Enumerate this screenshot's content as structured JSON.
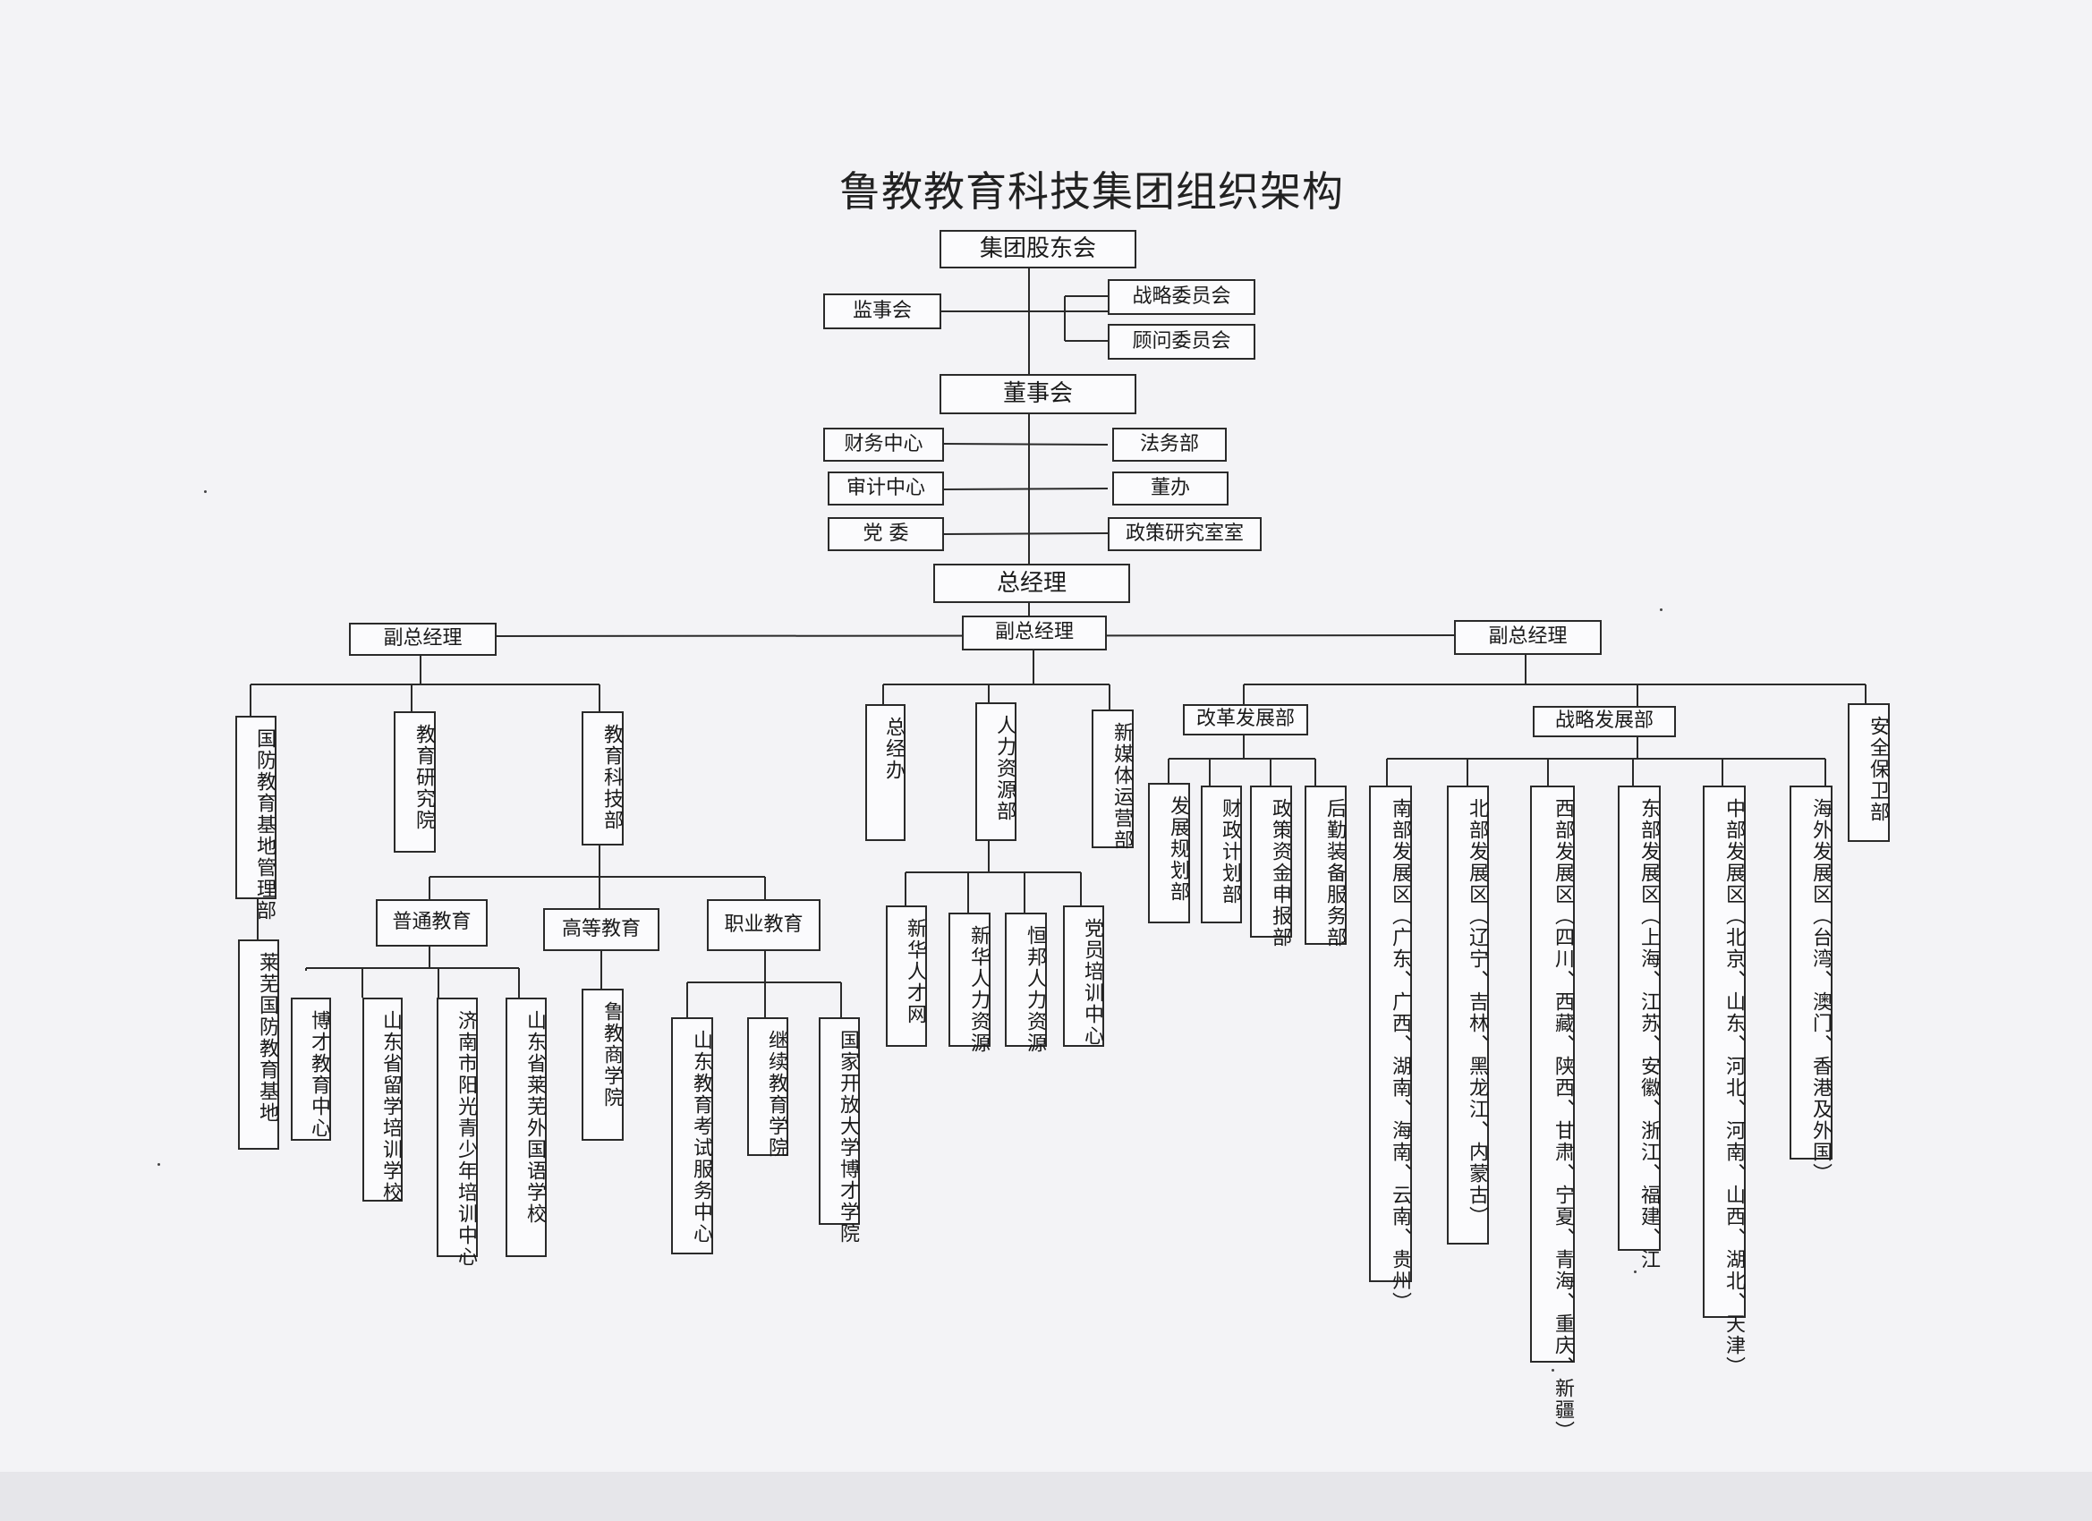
{
  "title": "鲁教教育科技集团组织架构",
  "top": {
    "shareholders": "集团股东会",
    "supervisory": "监事会",
    "strategy_committee": "战略委员会",
    "advisory_committee": "顾问委员会",
    "board": "董事会",
    "finance_center": "财务中心",
    "legal_dept": "法务部",
    "audit_center": "审计中心",
    "board_office": "董办",
    "party_committee": "党  委",
    "policy_office": "政策研究室室",
    "gm": "总经理"
  },
  "vp": {
    "left": "副总经理",
    "middle": "副总经理",
    "right": "副总经理"
  },
  "left_branch": {
    "defense_dept": "国防教育基地管理部",
    "laiwu_base": "莱芜国防教育基地",
    "research_institute": "教育研究院",
    "tech_dept": "教育科技部",
    "general_edu": "普通教育",
    "higher_edu": "高等教育",
    "vocational_edu": "职业教育",
    "bocai_center": "博才教育中心",
    "study_abroad_school": "山东省留学培训学校",
    "jinan_youth": "济南市阳光青少年培训中心",
    "laiwu_foreign": "山东省莱芜外国语学校",
    "lujiao_business": "鲁教商学院",
    "exam_service": "山东教育考试服务中心",
    "continuing_edu": "继续教育学院",
    "open_university": "国家开放大学博才学院"
  },
  "middle_branch": {
    "gm_office": "总经办",
    "hr_dept": "人力资源部",
    "new_media": "新媒体运营部",
    "xinhua_talent": "新华人才网",
    "xinhua_hr": "新华人力资源",
    "hengbang_hr": "恒邦人力资源",
    "party_training": "党员培训中心"
  },
  "right_branch": {
    "reform_dept": "改革发展部",
    "strategy_dept": "战略发展部",
    "security_dept": "安全保卫部",
    "dev_planning": "发展规划部",
    "fiscal_planning": "财政计划部",
    "policy_funds": "政策资金申报部",
    "logistics": "后勤装备服务部",
    "south_region": "南部发展区（广东、广西、湖南、海南、云南、贵州）",
    "north_region": "北部发展区（辽宁、吉林、黑龙江、内蒙古）",
    "west_region": "西部发展区（四川、西藏、陕西、甘肃、宁夏、青海、重庆、新疆）",
    "east_region": "东部发展区（上海、江苏、安徽、浙江、福建、江",
    "central_region": "中部发展区（北京、山东、河北、河南、山西、湖北、天津）",
    "overseas_region": "海外发展区（台湾、澳门、香港及外国）"
  }
}
